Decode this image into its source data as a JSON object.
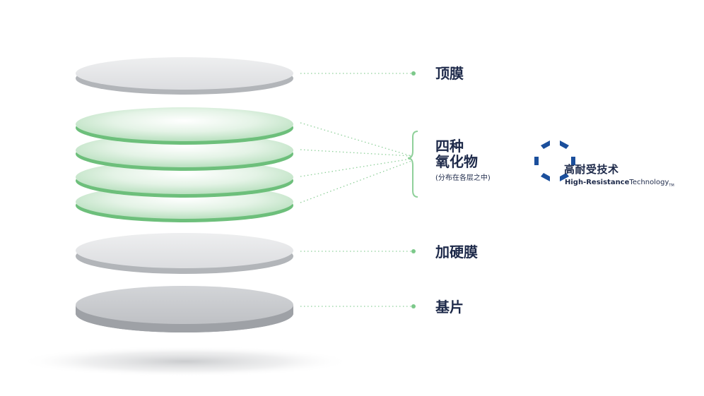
{
  "layers": {
    "top": {
      "label": "顶膜"
    },
    "oxides": {
      "title_line1": "四种",
      "title_line2": "氧化物",
      "note": "(分布在各层之中)"
    },
    "hard": {
      "label": "加硬膜"
    },
    "substrate": {
      "label": "基片"
    }
  },
  "logo": {
    "icon": "hexagon-bracket-icon",
    "name_cn": "高耐受技术",
    "name_en_bold": "High-Resistance",
    "name_en_light": "Technology",
    "trademark": "TM"
  },
  "colors": {
    "text": "#1e2a4a",
    "green": "#6dbf7b",
    "green_light": "#c7e8cc",
    "disc_light": "#e3e4e6",
    "disc_edge": "#a8abb0",
    "substrate": "#c4c6c9",
    "logo_blue": "#1b4f9c"
  }
}
